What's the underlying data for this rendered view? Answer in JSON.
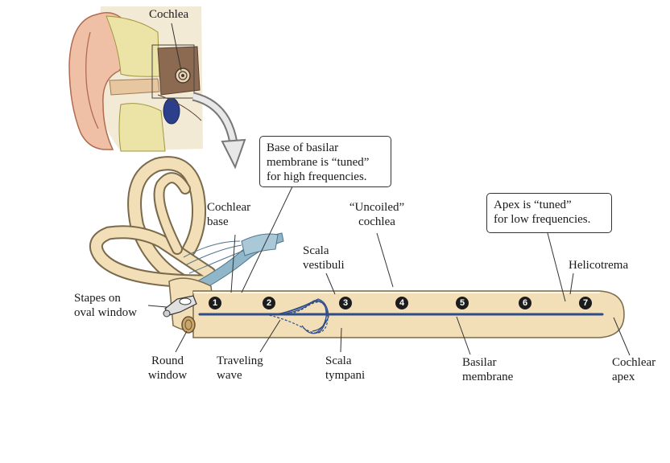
{
  "labels": {
    "cochlea": "Cochlea",
    "cochlear_base": [
      "Cochlear",
      "base"
    ],
    "uncoiled_cochlea": [
      "“Uncoiled”",
      "cochlea"
    ],
    "scala_vestibuli": [
      "Scala",
      "vestibuli"
    ],
    "helicotrema": "Helicotrema",
    "stapes": [
      "Stapes on",
      "oval window"
    ],
    "round_window": [
      "Round",
      "window"
    ],
    "traveling_wave": [
      "Traveling",
      "wave"
    ],
    "scala_tympani": [
      "Scala",
      "tympani"
    ],
    "basilar_membrane": [
      "Basilar",
      "membrane"
    ],
    "cochlear_apex": [
      "Cochlear",
      "apex"
    ]
  },
  "callouts": {
    "base_tuning": [
      "Base of basilar",
      "membrane is “tuned”",
      "for high frequencies."
    ],
    "apex_tuning": [
      "Apex is “tuned”",
      "for low frequencies."
    ]
  },
  "positions_markers": [
    "1",
    "2",
    "3",
    "4",
    "5",
    "6",
    "7"
  ],
  "colors": {
    "tube_fill": "#f2dfb8",
    "tube_stroke": "#7a6a4c",
    "membrane": "#2f4c8a",
    "skin": "#efbfa6",
    "bone": "#ece3a6",
    "nerve": "#8fb6c9",
    "canal": "#d8c8a0"
  }
}
